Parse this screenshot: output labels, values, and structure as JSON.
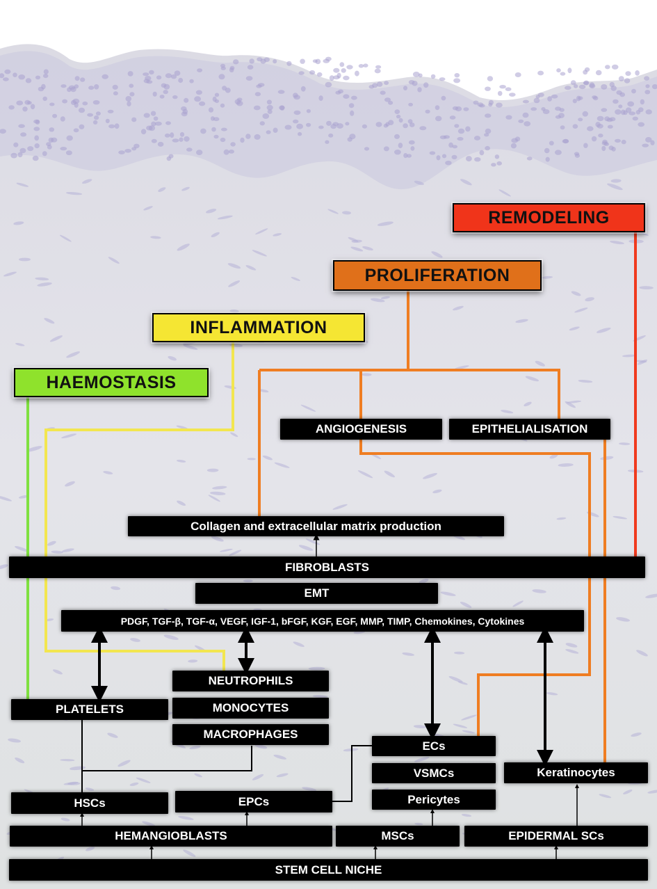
{
  "phases": {
    "haemostasis": "HAEMOSTASIS",
    "inflammation": "INFLAMMATION",
    "proliferation": "PROLIFERATION",
    "remodeling": "REMODELING"
  },
  "processes": {
    "angiogenesis": "ANGIOGENESIS",
    "epithelialisation": "EPITHELIALISATION",
    "collagen": "Collagen and extracellular matrix production",
    "emt": "EMT",
    "factors": "PDGF, TGF-β, TGF-α, VEGF, IGF-1, bFGF, KGF, EGF, MMP, TIMP, Chemokines, Cytokines"
  },
  "cells": {
    "fibroblasts": "FIBROBLASTS",
    "neutrophils": "NEUTROPHILS",
    "monocytes": "MONOCYTES",
    "macrophages": "MACROPHAGES",
    "platelets": "PLATELETS",
    "ecs": "ECs",
    "vsmcs": "VSMCs",
    "pericytes": "Pericytes",
    "keratinocytes": "Keratinocytes",
    "hscs": "HSCs",
    "epcs": "EPCs",
    "hemangioblasts": "HEMANGIOBLASTS",
    "mscs": "MSCs",
    "epidermal_scs": "EPIDERMAL SCs",
    "niche": "STEM CELL NICHE"
  },
  "colors": {
    "haemostasis": "#8fe22c",
    "inflammation": "#f5e633",
    "proliferation": "#e0701a",
    "remodeling": "#f0341a",
    "orange_line": "#ef7d22",
    "green_line": "#7fe040",
    "yellow_line": "#f2e650",
    "red_line": "#f03a1e",
    "box": "#000000",
    "tissue": "#e2e2e8"
  }
}
